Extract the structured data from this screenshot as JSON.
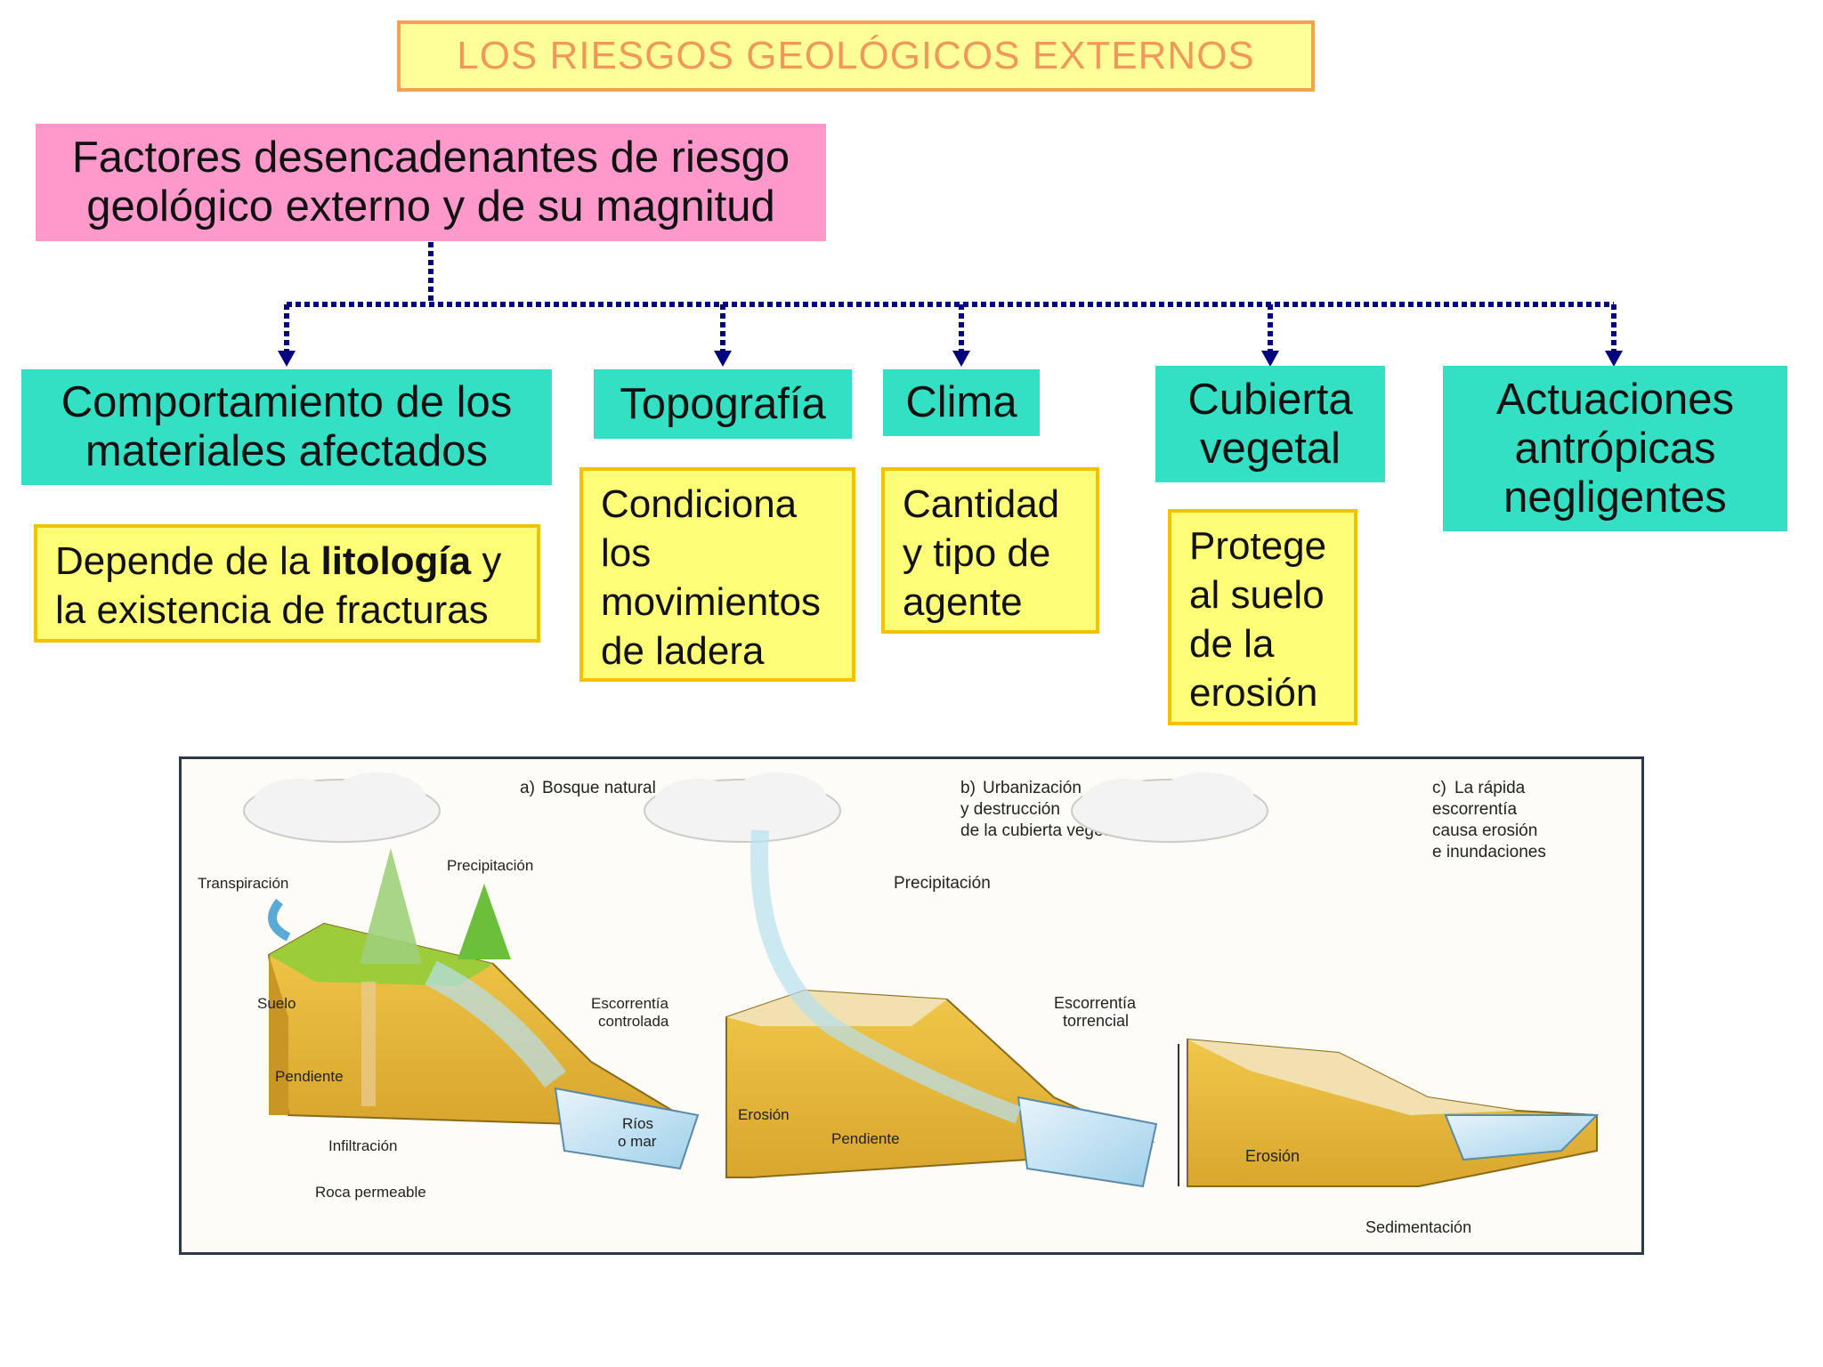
{
  "title": "LOS RIESGOS GEOLÓGICOS EXTERNOS",
  "main_factor": {
    "line1": "Factores desencadenantes de riesgo",
    "line2": "geológico externo y de su magnitud"
  },
  "colors": {
    "title_bg": "#ffff99",
    "title_border": "#f5a05a",
    "title_text": "#f0985a",
    "main_bg": "#ff99cc",
    "category_bg": "#33e0c4",
    "desc_bg": "#ffff77",
    "desc_border": "#f2c200",
    "connector": "#000080"
  },
  "categories": [
    {
      "label_lines": [
        "Comportamiento de los",
        "materiales afectados"
      ],
      "description": {
        "before": "Depende de la ",
        "bold": "litología",
        "after": " y la existencia de fracturas"
      }
    },
    {
      "label_lines": [
        "Topografía"
      ],
      "description_lines": [
        "Condiciona",
        "los",
        "movimientos",
        "de ladera"
      ]
    },
    {
      "label_lines": [
        "Clima"
      ],
      "description_lines": [
        "Cantidad",
        "y tipo de",
        "agente"
      ]
    },
    {
      "label_lines": [
        "Cubierta",
        "vegetal"
      ],
      "description_lines": [
        "Protege",
        "al suelo",
        "de la",
        "erosión"
      ]
    },
    {
      "label_lines": [
        "Actuaciones",
        "antrópicas",
        "negligentes"
      ]
    }
  ],
  "illustration": {
    "panel_a": {
      "caption_letter": "a)",
      "caption": "Bosque natural",
      "labels": {
        "transpiracion": "Transpiración",
        "precipitacion": "Precipitación",
        "suelo": "Suelo",
        "pendiente": "Pendiente",
        "infiltracion": "Infiltración",
        "roca": "Roca permeable",
        "escorrentia_1": "Escorrentía",
        "escorrentia_2": "controlada",
        "rios_1": "Ríos",
        "rios_2": "o mar"
      }
    },
    "panel_b": {
      "caption_letter": "b)",
      "caption_lines": [
        "Urbanización",
        "y destrucción",
        "de la cubierta vegetal"
      ],
      "labels": {
        "precipitacion": "Precipitación",
        "escorrentia_1": "Escorrentía",
        "escorrentia_2": "torrencial",
        "erosion": "Erosión",
        "pendiente": "Pendiente"
      }
    },
    "panel_c": {
      "caption_letter": "c)",
      "caption_lines": [
        "La rápida",
        "escorrentía",
        "causa erosión",
        "e inundaciones"
      ],
      "labels": {
        "erosion": "Erosión",
        "sedimentacion": "Sedimentación"
      }
    }
  }
}
